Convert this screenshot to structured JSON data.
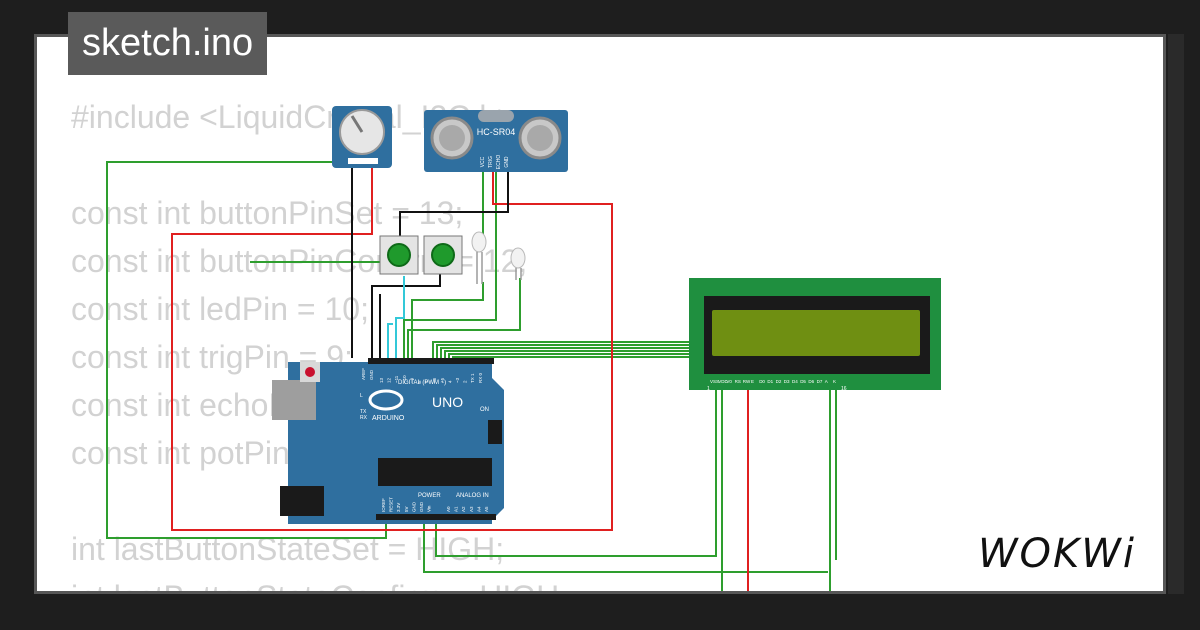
{
  "file_tab": {
    "label": "sketch.ino"
  },
  "code_lines": [
    "#include <LiquidCrystal_I2C.h>",
    "",
    "const int buttonPinSet = 13;",
    "const int buttonPinConfirm = 12;",
    "const int ledPin = 10;",
    "const int trigPin = 9;",
    "const int echoPin = 8;",
    "const int potPin = A0;",
    "",
    "int lastButtonStateSet = HIGH;",
    "int lastButtonStateConfirm = HIGH;"
  ],
  "components": {
    "ultrasonic": {
      "label": "HC-SR04",
      "pins": [
        "VCC",
        "TRIG",
        "ECHO",
        "GND"
      ]
    },
    "arduino": {
      "brand": "ARDUINO",
      "model": "UNO",
      "digital_label": "DIGITAL (PWM ~)",
      "power_label": "POWER",
      "analog_label": "ANALOG IN",
      "on_label": "ON",
      "tx_label": "TX",
      "rx_label": "RX",
      "l_label": "L",
      "aref_label": "AREF",
      "gnd_label": "GND",
      "digital_pins": [
        "13",
        "12",
        "~11",
        "~10",
        "~9",
        "8",
        "7",
        "~6",
        "~5",
        "4",
        "~3",
        "2",
        "TX 1",
        "RX 0"
      ],
      "power_pins": [
        "IOREF",
        "RESET",
        "3.3V",
        "5V",
        "GND",
        "GND",
        "Vin"
      ],
      "analog_pins": [
        "A0",
        "A1",
        "A2",
        "A3",
        "A4",
        "A5"
      ]
    },
    "lcd": {
      "pin_labels": [
        "VSS",
        "VDD",
        "V0",
        "RS",
        "RW",
        "E",
        "D0",
        "D1",
        "D2",
        "D3",
        "D4",
        "D5",
        "D6",
        "D7",
        "A",
        "K"
      ],
      "pin_first": "1",
      "pin_last": "16"
    }
  },
  "brand": {
    "logo_text": "WOKWi"
  },
  "colors": {
    "background": "#1e1e1e",
    "card": "#ffffff",
    "code_text": "#d2d2d2",
    "tag_bg": "#5a5a5a",
    "wire_green": "#2e9e2e",
    "wire_red": "#e02020",
    "wire_black": "#111111",
    "wire_cyan": "#33c8d8",
    "board_blue": "#2f6f9f",
    "lcd_green": "#1f8f3f",
    "lcd_screen": "#6f8f12"
  }
}
